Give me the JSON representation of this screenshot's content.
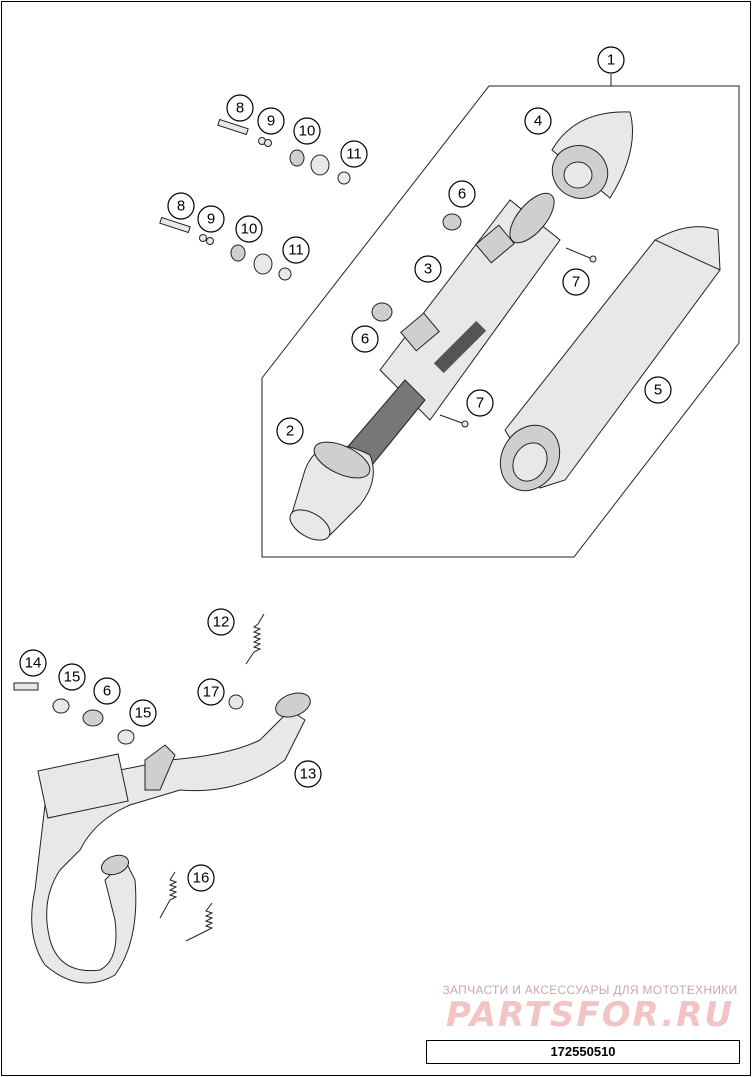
{
  "callouts": [
    {
      "id": "c1",
      "label": "1"
    },
    {
      "id": "c2",
      "label": "2"
    },
    {
      "id": "c3",
      "label": "3"
    },
    {
      "id": "c4",
      "label": "4"
    },
    {
      "id": "c5",
      "label": "5"
    },
    {
      "id": "c6a",
      "label": "6"
    },
    {
      "id": "c6b",
      "label": "6"
    },
    {
      "id": "c6c",
      "label": "6"
    },
    {
      "id": "c7a",
      "label": "7"
    },
    {
      "id": "c7b",
      "label": "7"
    },
    {
      "id": "c8a",
      "label": "8"
    },
    {
      "id": "c8b",
      "label": "8"
    },
    {
      "id": "c9a",
      "label": "9"
    },
    {
      "id": "c9b",
      "label": "9"
    },
    {
      "id": "c10a",
      "label": "10"
    },
    {
      "id": "c10b",
      "label": "10"
    },
    {
      "id": "c11a",
      "label": "11"
    },
    {
      "id": "c11b",
      "label": "11"
    },
    {
      "id": "c12",
      "label": "12"
    },
    {
      "id": "c13",
      "label": "13"
    },
    {
      "id": "c14",
      "label": "14"
    },
    {
      "id": "c15a",
      "label": "15"
    },
    {
      "id": "c15b",
      "label": "15"
    },
    {
      "id": "c16",
      "label": "16"
    },
    {
      "id": "c17",
      "label": "17"
    }
  ],
  "watermark": {
    "tagline": "ЗАПЧАСТИ И АКСЕССУАРЫ ДЛЯ МОТОТЕХНИКИ",
    "brand": "PARTSFOR.RU"
  },
  "diagram_code": "172550510"
}
